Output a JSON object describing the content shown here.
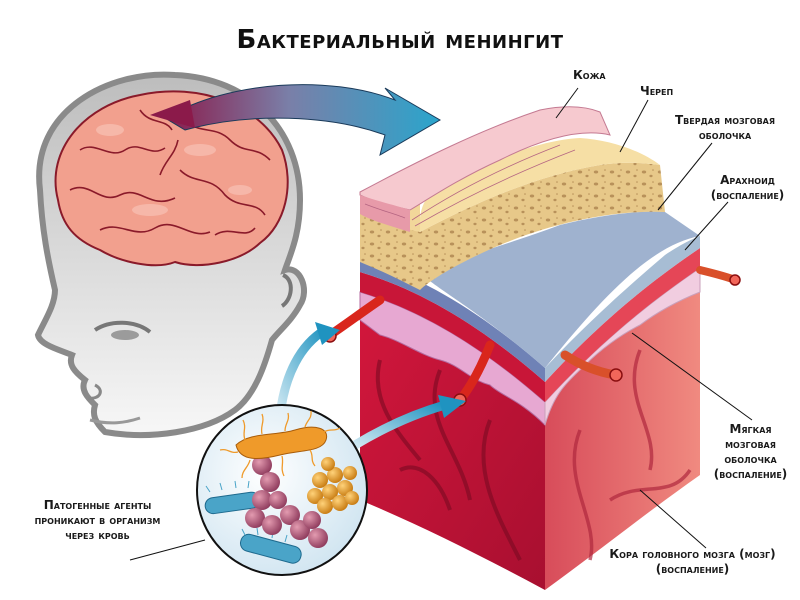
{
  "title": "Бактериальный менингит",
  "labels": {
    "skin": "Кожа",
    "skull": "Череп",
    "dura_line1": "Твердая мозговая",
    "dura_line2": "оболочка",
    "arachnoid_line1": "Арахноид",
    "arachnoid_line2": "(воспаление)",
    "pia_line1": "Мягкая",
    "pia_line2": "мозговая",
    "pia_line3": "оболочка",
    "pia_line4": "(воспаление)",
    "cortex_line1": "Кора головного мозга (мозг)",
    "cortex_line2": "(воспаление)",
    "pathogens_line1": "Патогенные агенты",
    "pathogens_line2": "проникают в организм",
    "pathogens_line3": "через кровь"
  },
  "colors": {
    "skin": "#f4c6c9",
    "skull": "#f3d9a0",
    "skull_spongy": "#e2c07e",
    "dura": "#9fb3cc",
    "arachnoid": "#e8475a",
    "pia": "#e8b8d8",
    "cortex_front": "#c8173a",
    "cortex_side": "#e0606a",
    "vessel": "#d9261c",
    "arrow": "#2f9fc4",
    "brain": "#f29a8a",
    "head": "#d0d0d0"
  }
}
